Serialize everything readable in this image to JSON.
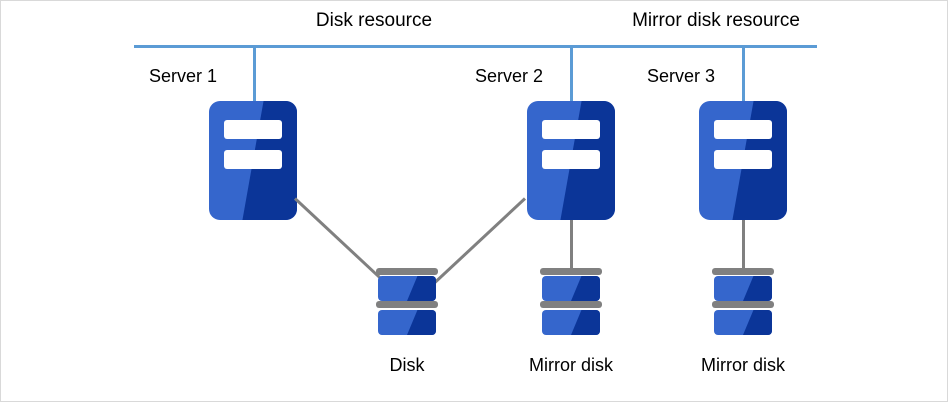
{
  "diagram": {
    "type": "cluster-storage-topology",
    "resources": [
      {
        "id": "disk-resource",
        "label": "Disk resource",
        "color": "#5b9bd5"
      },
      {
        "id": "mirror-disk-resource",
        "label": "Mirror disk resource",
        "color": "#5b9bd5"
      }
    ],
    "servers": [
      {
        "id": "server-1",
        "label": "Server 1"
      },
      {
        "id": "server-2",
        "label": "Server 2"
      },
      {
        "id": "server-3",
        "label": "Server 3"
      }
    ],
    "storage": [
      {
        "id": "shared-disk",
        "label": "Disk"
      },
      {
        "id": "mirror-disk-2",
        "label": "Mirror disk"
      },
      {
        "id": "mirror-disk-3",
        "label": "Mirror disk"
      }
    ],
    "colors": {
      "server_light_blue": "#3566cc",
      "server_dark_blue": "#0b3598",
      "bus_blue": "#5b9bd5",
      "connector_gray": "#808080",
      "disk_rail_gray": "#808080",
      "frame_border": "#d9d9d9",
      "background": "#ffffff",
      "text": "#000000"
    }
  }
}
